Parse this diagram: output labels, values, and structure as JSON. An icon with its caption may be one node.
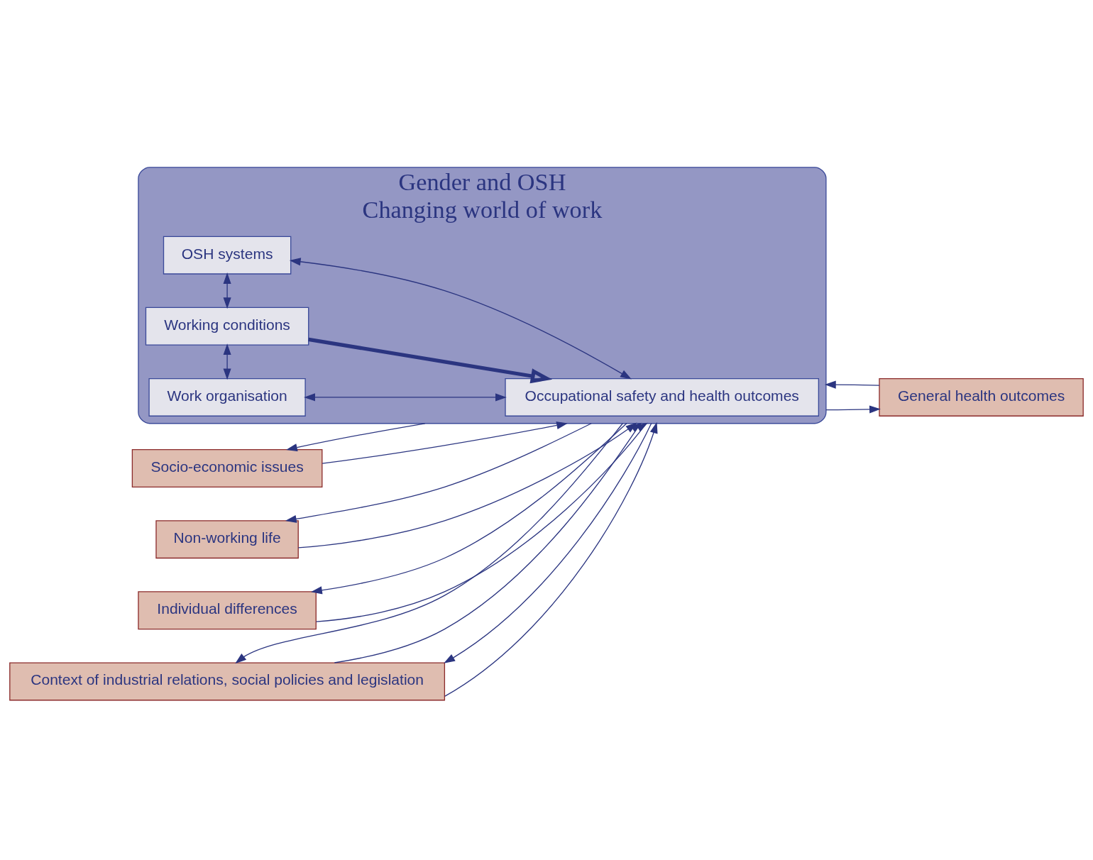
{
  "diagram": {
    "nodes": [
      {
        "text": [
          "Gender and OSH",
          "Changing world of work"
        ]
      },
      {
        "text": [
          "Socio-economic issues"
        ]
      },
      {
        "text": [
          "Non-working life"
        ]
      },
      {
        "text": [
          "Individual differences"
        ]
      },
      {
        "text": [
          "Work organisation"
        ],
        "in": 0
      },
      {
        "text": [
          "Working conditions"
        ],
        "in": 0
      },
      {
        "text": [
          "Occupational safety and health outcomes"
        ],
        "in": 0
      },
      {
        "text": [
          "OSH systems"
        ],
        "in": 0
      },
      {
        "text": [
          "General health outcomes"
        ]
      },
      {
        "text": [
          "Context of industrial relations, social policies and legislation"
        ]
      }
    ],
    "edges": [
      {
        "from": 1,
        "to": 0,
        "arrow": "to"
      },
      {
        "from": 0,
        "to": 1,
        "arrow": "to"
      },
      {
        "from": 2,
        "to": 0,
        "arrow": "to"
      },
      {
        "from": 0,
        "to": 2,
        "arrow": "to"
      },
      {
        "from": 3,
        "to": 0,
        "arrow": "to"
      },
      {
        "from": 0,
        "to": 3,
        "arrow": "to"
      },
      {
        "from": 4,
        "to": 5,
        "arrow": "both"
      },
      {
        "from": 4,
        "to": 6,
        "arrow": "both"
      },
      {
        "from": 5,
        "to": 6,
        "arrow": "to",
        "style": "thick"
      },
      {
        "from": 5,
        "to": 7,
        "arrow": "both"
      },
      {
        "from": 7,
        "to": 6,
        "arrow": "both"
      },
      {
        "from": 0,
        "to": 8,
        "arrow": "to"
      },
      {
        "from": 8,
        "to": 0,
        "arrow": "to"
      },
      {
        "from": 9,
        "to": 0,
        "arrow": "to"
      },
      {
        "from": 0,
        "to": 9,
        "arrow": "to"
      },
      {
        "from": 9,
        "to": 0,
        "arrow": "to"
      },
      {
        "from": 0,
        "to": 9,
        "arrow": "to"
      }
    ]
  }
}
